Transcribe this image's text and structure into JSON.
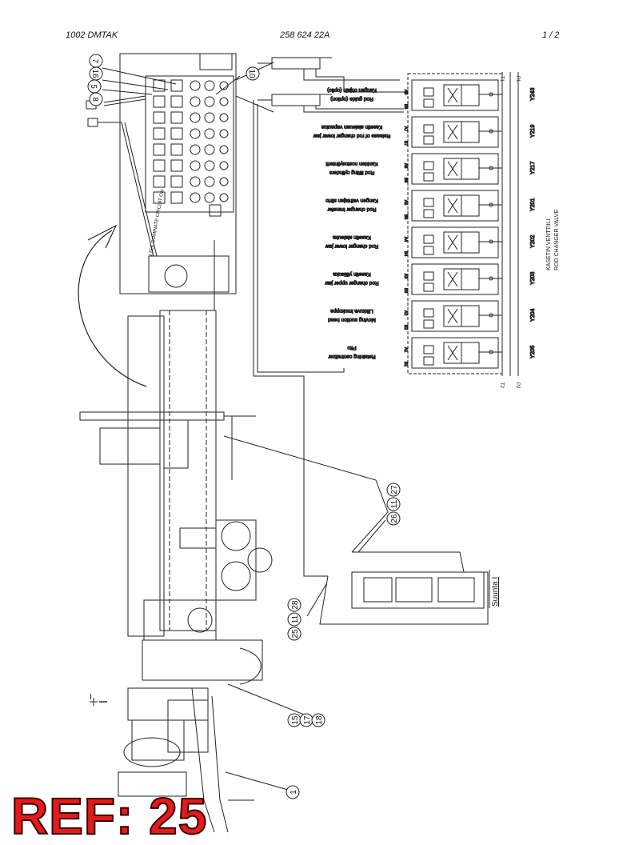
{
  "header": {
    "left": "1002   DMTAK",
    "center": "258 624 22A",
    "right": "1 / 2"
  },
  "valve_block": {
    "title_fi": "KASETIN VENTTIILI",
    "title_en": "ROD CHANGER VALVE",
    "port_labels": [
      "T1",
      "P1",
      "T2",
      "P2"
    ],
    "sections": [
      {
        "code": "Y243",
        "fi": "Kangen ohjain (optio)",
        "en": "Rod guide (option)",
        "ports": [
          "A8",
          "B8"
        ]
      },
      {
        "code": "Y219",
        "fi": "Kasetin alaleuan vapautus",
        "en": "Release of rod changer lower jaw",
        "ports": [
          "A7",
          "B7"
        ]
      },
      {
        "code": "Y217",
        "fi": "Kankien nostosylinterit",
        "en": "Rod lifting cylinders",
        "ports": [
          "A6",
          "B6"
        ]
      },
      {
        "code": "Y201",
        "fi": "Kangen vaihtajan siirto",
        "en": "Rod changer transfer",
        "ports": [
          "A5",
          "B5"
        ]
      },
      {
        "code": "Y202",
        "fi": "Kasetin alaleuka",
        "en": "Rod changer lower jaw",
        "ports": [
          "A4",
          "B4"
        ]
      },
      {
        "code": "Y203",
        "fi": "Kasetin yläleuka",
        "en": "Rod changer upper jaw",
        "ports": [
          "A3",
          "B3"
        ]
      },
      {
        "code": "Y204",
        "fi": "Liikkuva imukoppa",
        "en": "Moving suction head",
        "ports": [
          "A2",
          "B2"
        ]
      },
      {
        "code": "Y205",
        "fi": "Pito",
        "en": "Retaining centralizer",
        "ports": [
          "A1",
          "B1"
        ]
      }
    ]
  },
  "callouts": {
    "top": [
      "16",
      "5",
      "8",
      "7",
      "10"
    ],
    "mid": [
      "26",
      "11",
      "27"
    ],
    "lower": [
      "25",
      "11",
      "28"
    ],
    "bottom": [
      "15",
      "17",
      "18"
    ],
    "one": "1"
  },
  "section_label": "Suunta I",
  "section_marker": "I",
  "rotated_note": "LTEE DOMINATE CIRCUIT ON",
  "ref_stamp": "REF: 25"
}
